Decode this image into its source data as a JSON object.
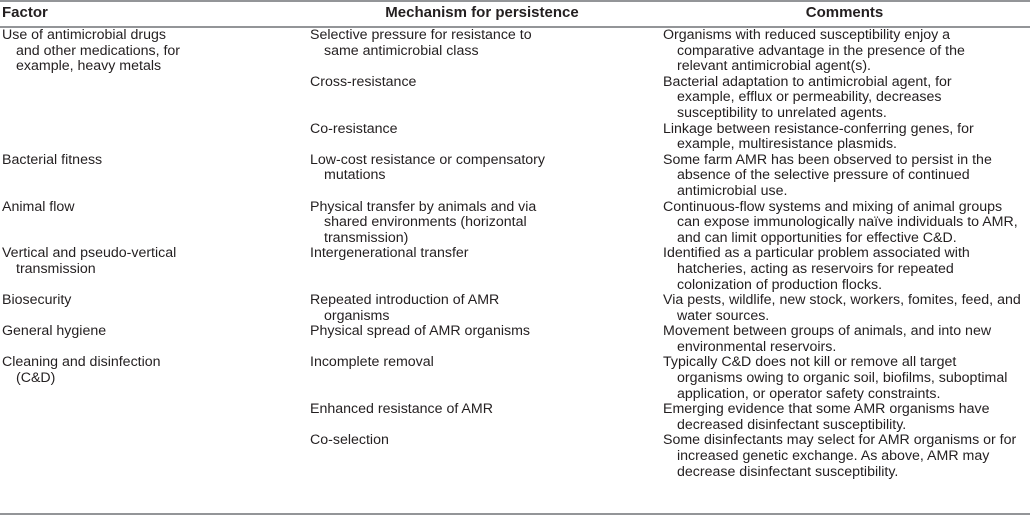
{
  "table": {
    "headers": {
      "factor": "Factor",
      "mechanism": "Mechanism for persistence",
      "comments": "Comments"
    },
    "rows": [
      {
        "factor": "Use of antimicrobial drugs\nand other medications, for\nexample, heavy metals",
        "mechanism": "Selective pressure for resistance to\nsame antimicrobial class",
        "comments": "Organisms with reduced susceptibility enjoy a\ncomparative advantage in the presence of the\nrelevant antimicrobial agent(s)."
      },
      {
        "factor": "",
        "mechanism": "Cross-resistance",
        "comments": "Bacterial adaptation to antimicrobial agent, for\nexample, efflux or permeability, decreases\nsusceptibility to unrelated agents."
      },
      {
        "factor": "",
        "mechanism": "Co-resistance",
        "comments": "Linkage between resistance-conferring genes, for\nexample, multiresistance plasmids."
      },
      {
        "factor": "Bacterial fitness",
        "mechanism": "Low-cost resistance or compensatory\nmutations",
        "comments": "Some farm AMR has been observed to persist in the\nabsence of the selective pressure of continued\nantimicrobial use."
      },
      {
        "factor": "Animal flow",
        "mechanism": "Physical transfer by animals and via\nshared environments (horizontal\ntransmission)",
        "comments": "Continuous-flow systems and mixing of animal groups\ncan expose immunologically naïve individuals to AMR,\nand can limit opportunities for effective C&D."
      },
      {
        "factor": "Vertical and pseudo-vertical\ntransmission",
        "mechanism": "Intergenerational transfer",
        "comments": "Identified as a particular problem associated with\nhatcheries, acting as reservoirs for repeated\ncolonization of production flocks."
      },
      {
        "factor": "Biosecurity",
        "mechanism": "Repeated introduction of AMR\norganisms",
        "comments": "Via pests, wildlife, new stock, workers, fomites, feed, and\nwater sources."
      },
      {
        "factor": "General hygiene",
        "mechanism": "Physical spread of AMR organisms",
        "comments": "Movement between groups of animals, and into new\nenvironmental reservoirs."
      },
      {
        "factor": "Cleaning and disinfection\n(C&D)",
        "mechanism": "Incomplete removal",
        "comments": "Typically C&D does not kill or remove all target\norganisms owing to organic soil, biofilms, suboptimal\napplication, or operator safety constraints."
      },
      {
        "factor": "",
        "mechanism": "Enhanced resistance of AMR",
        "comments": "Emerging evidence that some AMR organisms have\ndecreased disinfectant susceptibility."
      },
      {
        "factor": "",
        "mechanism": "Co-selection",
        "comments": "Some disinfectants may select for AMR organisms or for\nincreased genetic exchange. As above, AMR may\ndecrease disinfectant susceptibility."
      }
    ]
  },
  "style": {
    "rule_color": "#939598",
    "text_color": "#231f20"
  }
}
